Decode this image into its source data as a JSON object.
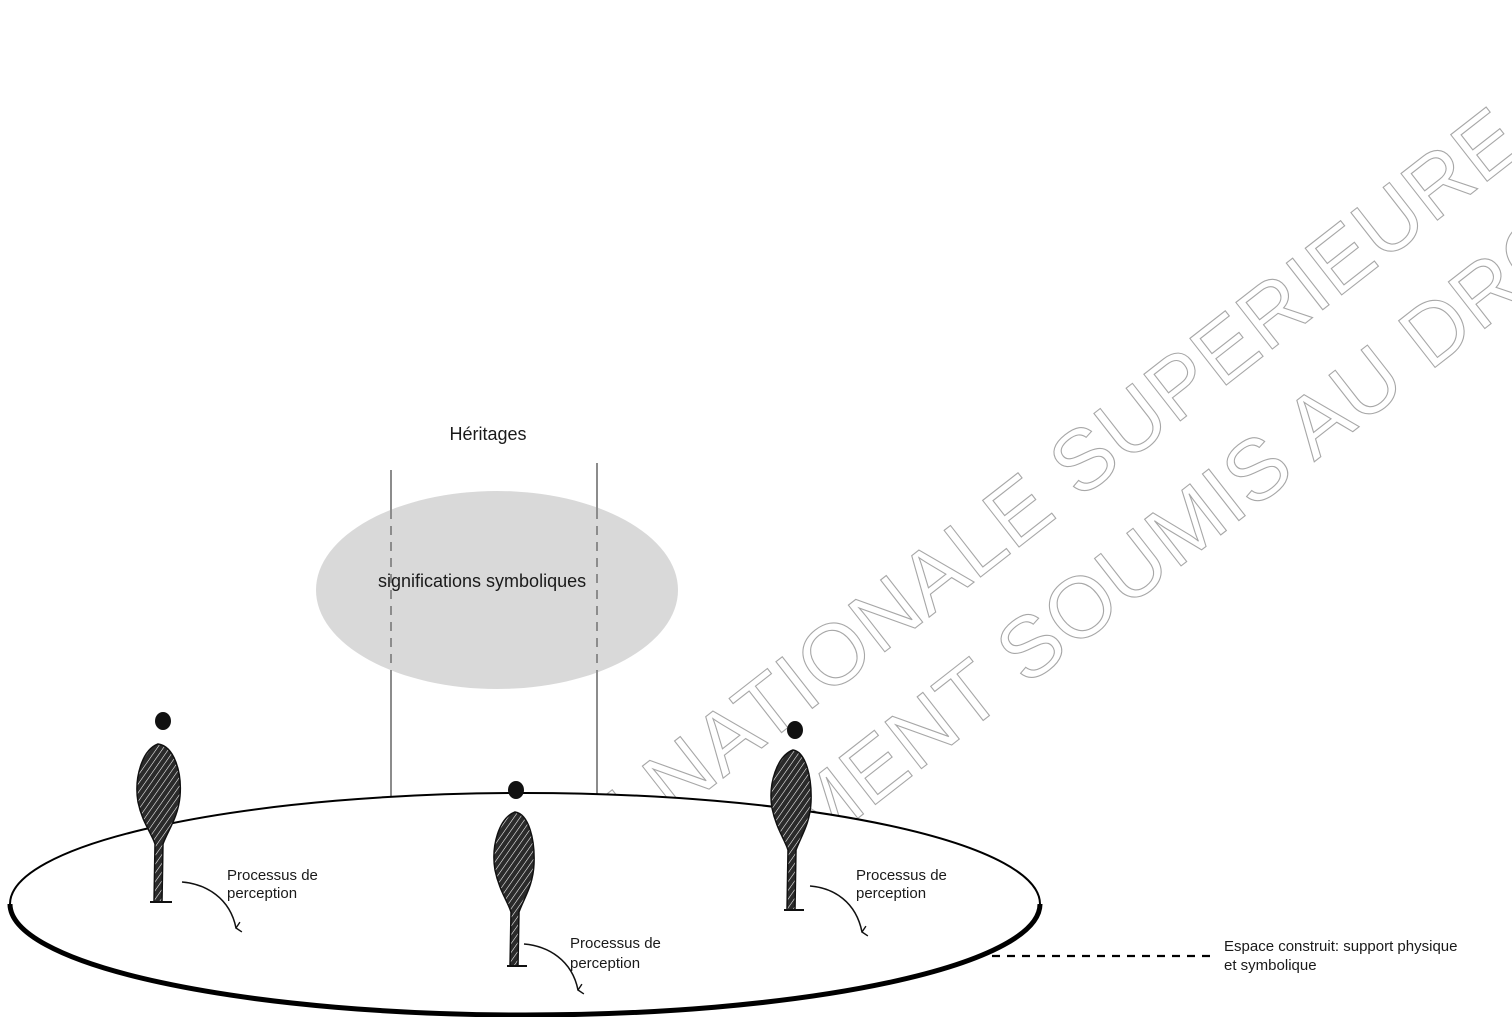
{
  "diagram": {
    "heritage_label": "Héritages",
    "symbolic_label": "significations symboliques",
    "perception_labels": [
      {
        "line1": "Processus de",
        "line2": "perception"
      },
      {
        "line1": "Processus de",
        "line2": "perception"
      },
      {
        "line1": "Processus de",
        "line2": "perception"
      }
    ],
    "space_label": {
      "line1": "Espace construit: support physique",
      "line2": "et symbolique"
    },
    "colors": {
      "ellipse_fill": "#d9d9d9",
      "arrow": "#8c8c8c",
      "figure": "#1a1a1a",
      "ground_outline": "#000000"
    }
  },
  "watermark": {
    "line1": "ECOLE NATIONALE SUPERIEURE D'ARCHITECTURE DE TOULOUSE",
    "line2": "DOCUMENT SOUMIS AU DROIT D'AUTEUR"
  }
}
